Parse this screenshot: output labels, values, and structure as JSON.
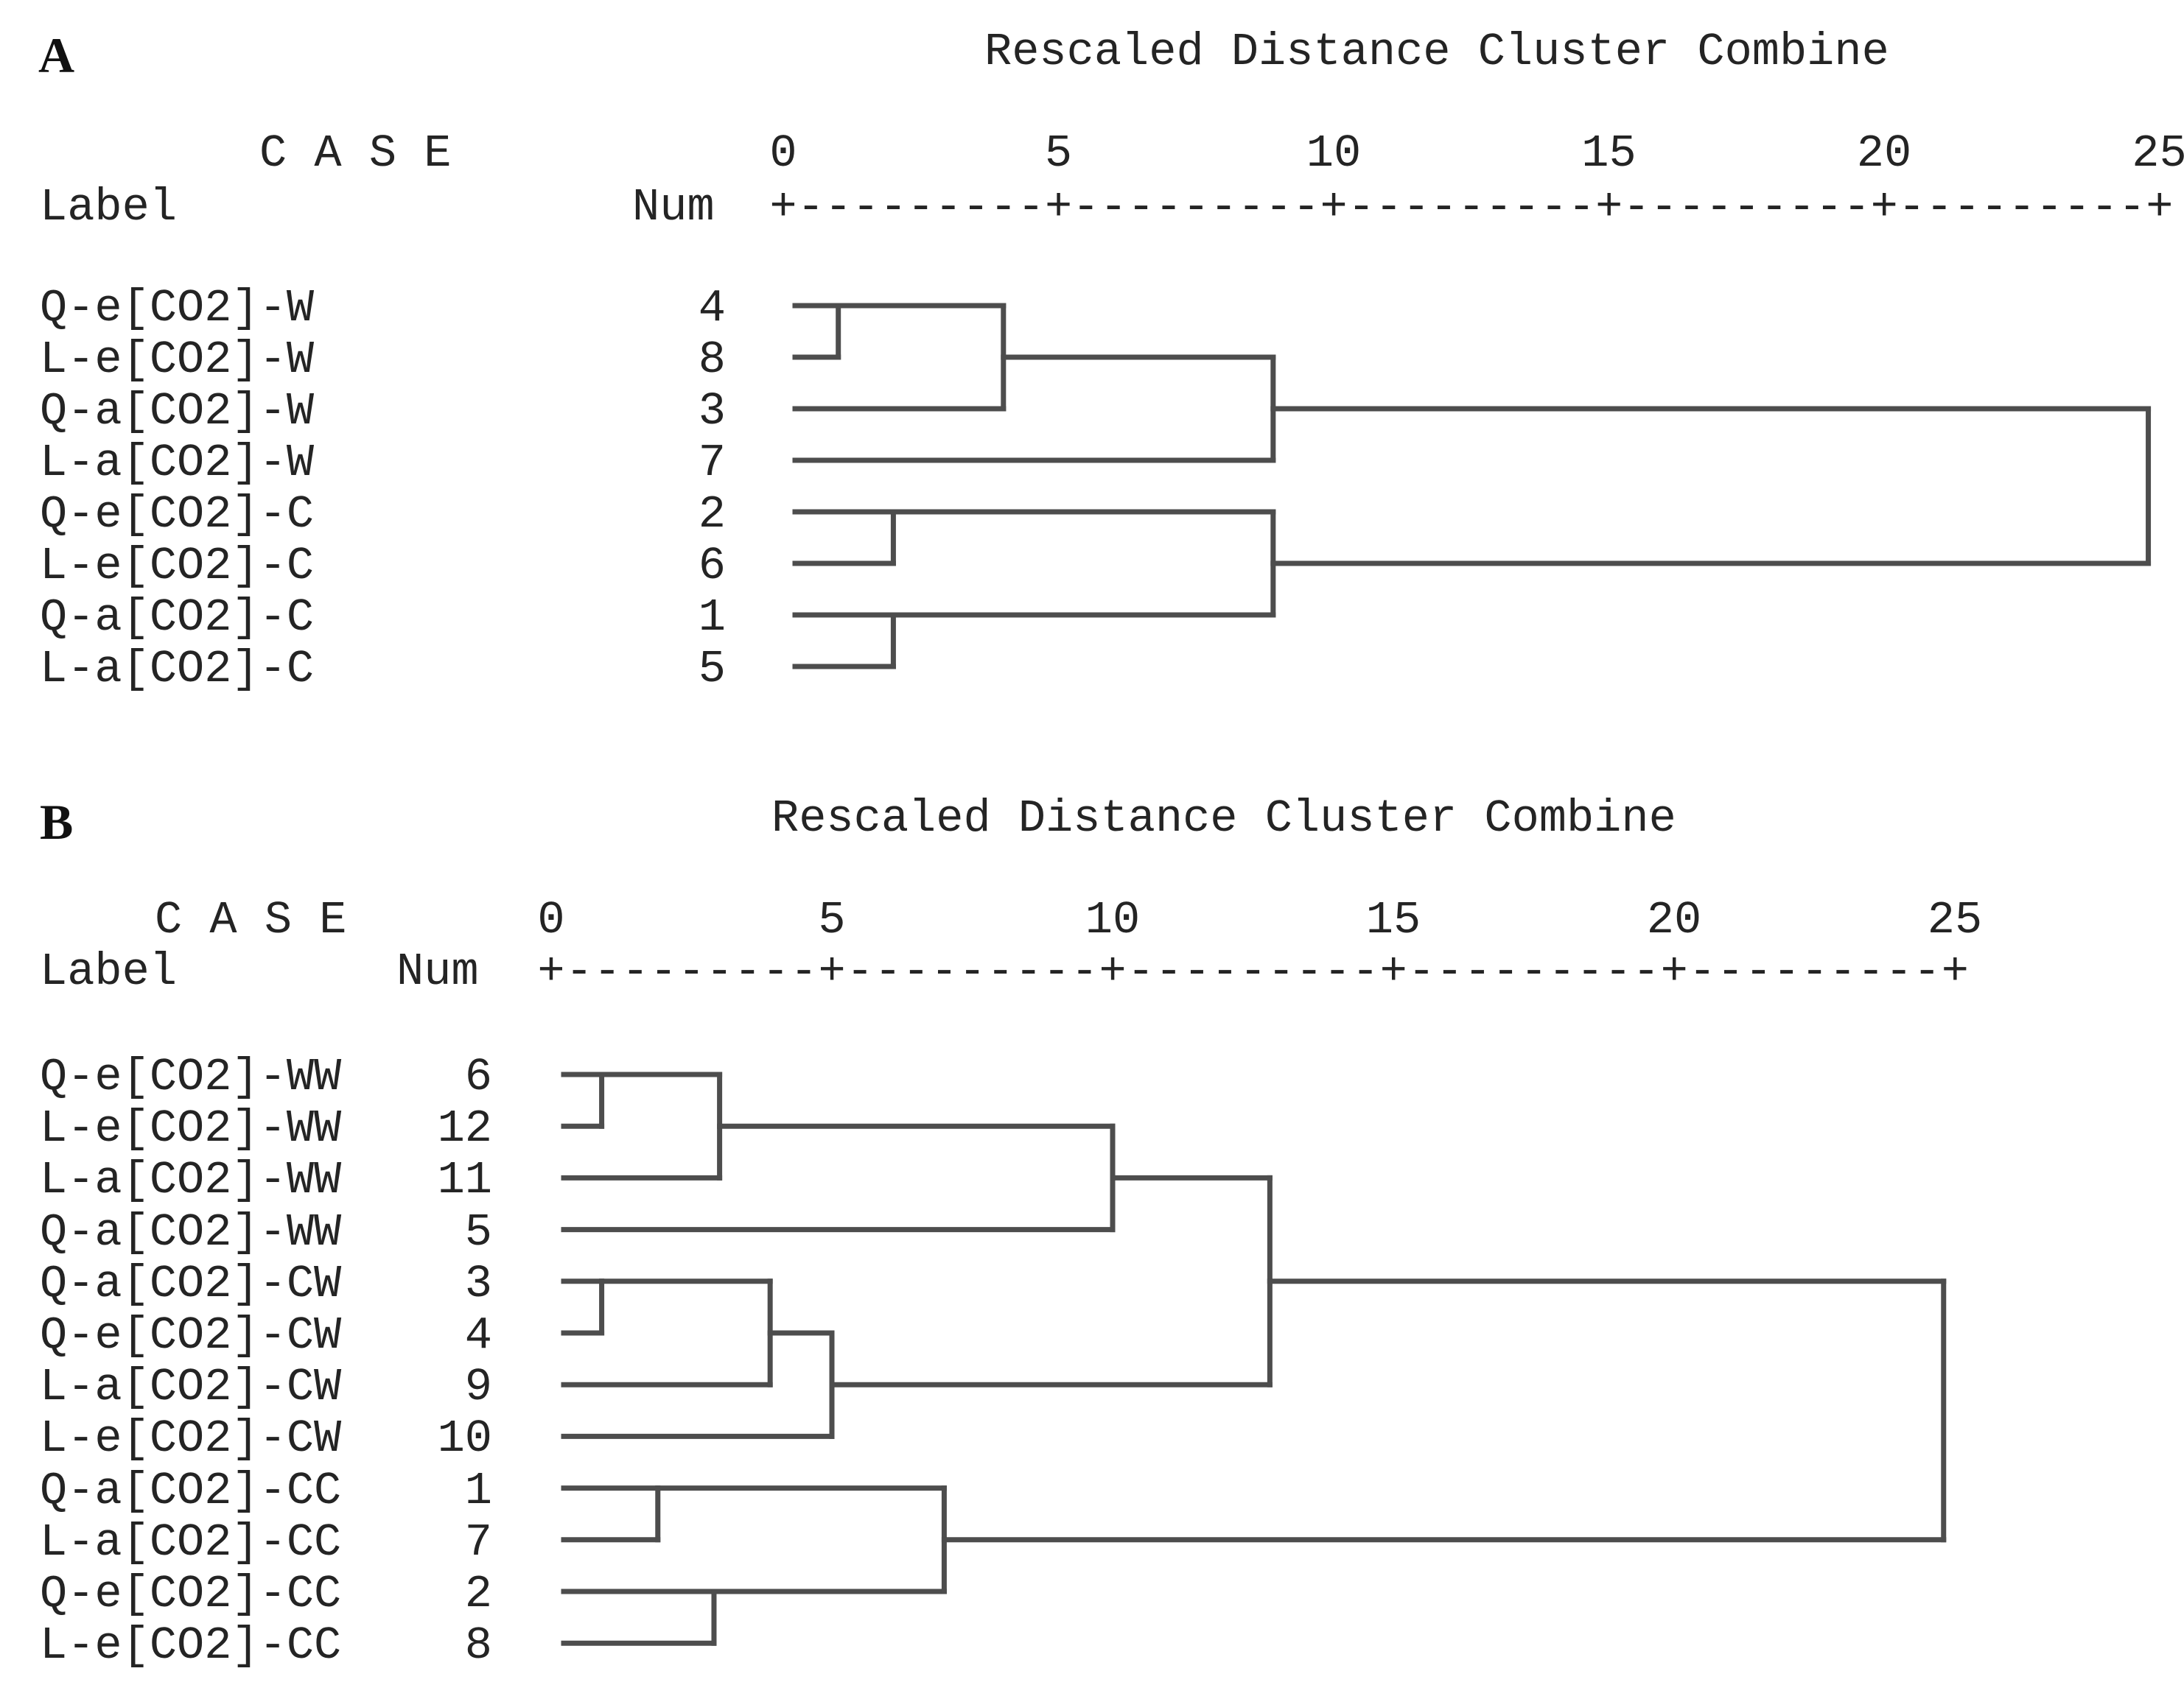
{
  "figure": {
    "panels": [
      {
        "panel_letter": "A",
        "title": "Rescaled Distance Cluster Combine",
        "case_header": "C A S E",
        "label_header": "Label",
        "num_header": "Num",
        "axis_ruler": "+---------+---------+---------+---------+---------+",
        "axis_ticks": [
          "0",
          "5",
          "10",
          "15",
          "20",
          "25"
        ]
      },
      {
        "panel_letter": "B",
        "title": "Rescaled Distance Cluster Combine",
        "case_header": "C A S E",
        "label_header": "Label",
        "num_header": "Num",
        "axis_ruler": "+---------+---------+---------+---------+---------+",
        "axis_ticks": [
          "0",
          "5",
          "10",
          "15",
          "20",
          "25"
        ]
      }
    ]
  },
  "colors": {
    "background": "#ffffff",
    "text": "#242424",
    "dendrogram_line": "#4d4d4d"
  },
  "chart_data": [
    {
      "type": "dendrogram",
      "panel": "A",
      "title": "Rescaled Distance Cluster Combine",
      "orientation": "horizontal",
      "axis": {
        "ticks": [
          0,
          5,
          10,
          15,
          20,
          25
        ],
        "range": [
          0,
          25
        ]
      },
      "leaves": [
        {
          "label": "Q-e[CO2]-W",
          "num": 4
        },
        {
          "label": "L-e[CO2]-W",
          "num": 8
        },
        {
          "label": "Q-a[CO2]-W",
          "num": 3
        },
        {
          "label": "L-a[CO2]-W",
          "num": 7
        },
        {
          "label": "Q-e[CO2]-C",
          "num": 2
        },
        {
          "label": "L-e[CO2]-C",
          "num": 6
        },
        {
          "label": "Q-a[CO2]-C",
          "num": 1
        },
        {
          "label": "L-a[CO2]-C",
          "num": 5
        }
      ],
      "merges": [
        {
          "a": "leaf:0",
          "b": "leaf:1",
          "distance": 1.0
        },
        {
          "a": "merge:0",
          "b": "leaf:2",
          "distance": 4.0
        },
        {
          "a": "merge:1",
          "b": "leaf:3",
          "distance": 8.9
        },
        {
          "a": "leaf:4",
          "b": "leaf:5",
          "distance": 2.0
        },
        {
          "a": "leaf:6",
          "b": "leaf:7",
          "distance": 2.0
        },
        {
          "a": "merge:3",
          "b": "merge:4",
          "distance": 8.9
        },
        {
          "a": "merge:2",
          "b": "merge:5",
          "distance": 24.8
        }
      ]
    },
    {
      "type": "dendrogram",
      "panel": "B",
      "title": "Rescaled Distance Cluster Combine",
      "orientation": "horizontal",
      "axis": {
        "ticks": [
          0,
          5,
          10,
          15,
          20,
          25
        ],
        "range": [
          0,
          25
        ]
      },
      "leaves": [
        {
          "label": "Q-e[CO2]-WW",
          "num": 6
        },
        {
          "label": "L-e[CO2]-WW",
          "num": 12
        },
        {
          "label": "L-a[CO2]-WW",
          "num": 11
        },
        {
          "label": "Q-a[CO2]-WW",
          "num": 5
        },
        {
          "label": "Q-a[CO2]-CW",
          "num": 3
        },
        {
          "label": "Q-e[CO2]-CW",
          "num": 4
        },
        {
          "label": "L-a[CO2]-CW",
          "num": 9
        },
        {
          "label": "L-e[CO2]-CW",
          "num": 10
        },
        {
          "label": "Q-a[CO2]-CC",
          "num": 1
        },
        {
          "label": "L-a[CO2]-CC",
          "num": 7
        },
        {
          "label": "Q-e[CO2]-CC",
          "num": 2
        },
        {
          "label": "L-e[CO2]-CC",
          "num": 8
        }
      ],
      "merges": [
        {
          "a": "leaf:0",
          "b": "leaf:1",
          "distance": 0.9
        },
        {
          "a": "merge:0",
          "b": "leaf:2",
          "distance": 3.0
        },
        {
          "a": "merge:1",
          "b": "leaf:3",
          "distance": 10.0
        },
        {
          "a": "leaf:4",
          "b": "leaf:5",
          "distance": 0.9
        },
        {
          "a": "merge:3",
          "b": "leaf:6",
          "distance": 3.9
        },
        {
          "a": "merge:4",
          "b": "leaf:7",
          "distance": 5.0
        },
        {
          "a": "merge:2",
          "b": "merge:5",
          "distance": 12.8
        },
        {
          "a": "leaf:8",
          "b": "leaf:9",
          "distance": 1.9
        },
        {
          "a": "leaf:10",
          "b": "leaf:11",
          "distance": 2.9
        },
        {
          "a": "merge:7",
          "b": "merge:8",
          "distance": 7.0
        },
        {
          "a": "merge:6",
          "b": "merge:9",
          "distance": 24.8
        }
      ]
    }
  ]
}
